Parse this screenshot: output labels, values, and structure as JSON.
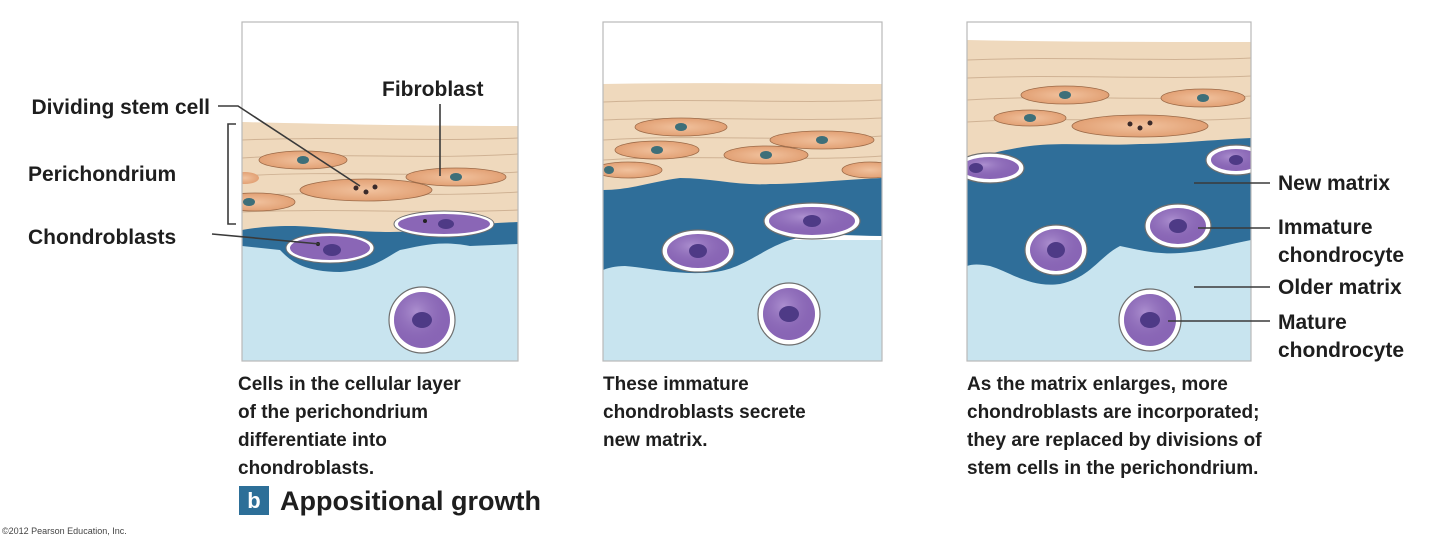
{
  "labels": {
    "dividing_stem_cell": "Dividing stem cell",
    "fibroblast": "Fibroblast",
    "perichondrium": "Perichondrium",
    "chondroblasts": "Chondroblasts",
    "new_matrix": "New matrix",
    "immature_chondrocyte_1": "Immature",
    "immature_chondrocyte_2": "chondrocyte",
    "older_matrix": "Older matrix",
    "mature_chondrocyte_1": "Mature",
    "mature_chondrocyte_2": "chondrocyte"
  },
  "captions": {
    "panel1": [
      "Cells in the cellular layer",
      "of the perichondrium",
      "differentiate into",
      "chondroblasts."
    ],
    "panel2": [
      "These immature",
      "chondroblasts secrete",
      "new matrix."
    ],
    "panel3": [
      "As the matrix enlarges, more",
      "chondroblasts are incorporated;",
      "they are replaced by divisions of",
      "stem cells in the perichondrium."
    ]
  },
  "figure": {
    "badge": "b",
    "title": "Appositional growth"
  },
  "copyright": "©2012 Pearson Education, Inc.",
  "colors": {
    "perichondrium": "#efd9bd",
    "fiber_line": "#c8a98a",
    "new_matrix": "#2f6e99",
    "older_matrix": "#c8e4ef",
    "cell_body": "#8a66b6",
    "nucleus": "#4e3a86",
    "fibroblast": "#e9a77a",
    "badge": "#2d6f98"
  }
}
